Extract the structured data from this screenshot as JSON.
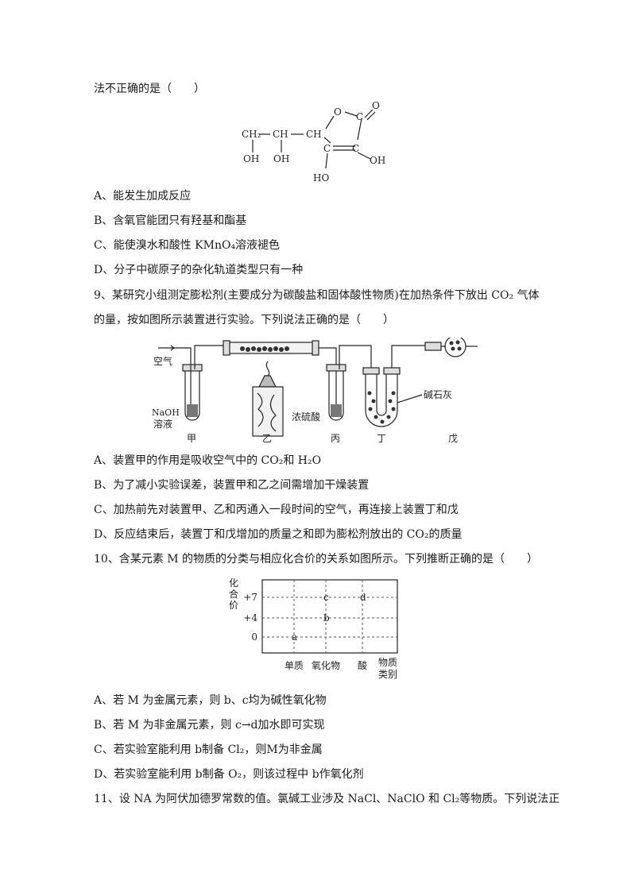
{
  "lines": {
    "l0": "法不正确的是（　　）",
    "a8": "A、能发生加成反应",
    "b8": "B、含氧官能团只有羟基和酯基",
    "c8": "C、能使溴水和酸性 KMnO₄溶液褪色",
    "d8": "D、分子中碳原子的杂化轨道类型只有一种",
    "q9a": "9、某研究小组测定膨松剂(主要成分为碳酸盐和固体酸性物质)在加热条件下放出 CO₂ 气体",
    "q9b": "的量，按如图所示装置进行实验。下列说法正确的是（　　）",
    "a9": "A、装置甲的作用是吸收空气中的 CO₂和 H₂O",
    "b9": "B、为了减小实验误差，装置甲和乙之间需增加干燥装置",
    "c9": "C、加热前先对装置甲、乙和丙通入一段时间的空气，再连接上装置丁和戊",
    "d9": "D、反应结束后，装置丁和戊增加的质量之和即为膨松剂放出的 CO₂的质量",
    "q10": "10、含某元素 M 的物质的分类与相应化合价的关系如图所示。下列推断正确的是（　　）",
    "a10": "A、若 M 为金属元素，则 b、c均为碱性氧化物",
    "b10": "B、若 M 为非金属元素，则 c→d加水即可实现",
    "c10": "C、若实验室能利用 b制备 Cl₂，则M为非金属",
    "d10": "D、若实验室能利用 b制备 O₂，则该过程中 b作氧化剂",
    "q11": "11、设 NA 为阿伏加德罗常数的值。氯碱工业涉及 NaCl、NaClO 和 Cl₂等物质。下列说法正"
  },
  "structure": {
    "o_top": "O",
    "o_ring": "O",
    "c_carbonyl": "C",
    "c_alpha": "C",
    "c_beta": "C",
    "ch2": "CH₂",
    "ch_mid": "CH",
    "ch_ring": "CH",
    "oh1": "OH",
    "oh2": "OH",
    "oh3": "OH",
    "oh4": "HO"
  },
  "apparatus": {
    "air": "空气",
    "naoh": "NaOH",
    "solution": "溶液",
    "h2so4": "浓硫酸",
    "soda_lime": "碱石灰",
    "jia": "甲",
    "yi": "乙",
    "bing": "丙",
    "ding": "丁",
    "wu": "戊"
  },
  "chart": {
    "ylabel": "化合价",
    "y_ticks": [
      "+7",
      "+4",
      "0"
    ],
    "x_categories": [
      "单质",
      "氧化物",
      "酸"
    ],
    "x_axis_title_line1": "物质",
    "x_axis_title_line2": "类别",
    "points": [
      {
        "label": "a",
        "category": "单质",
        "valence": 0
      },
      {
        "label": "b",
        "category": "氧化物",
        "valence": 4
      },
      {
        "label": "c",
        "category": "氧化物",
        "valence": 7
      },
      {
        "label": "d",
        "category": "酸",
        "valence": 7
      }
    ]
  }
}
